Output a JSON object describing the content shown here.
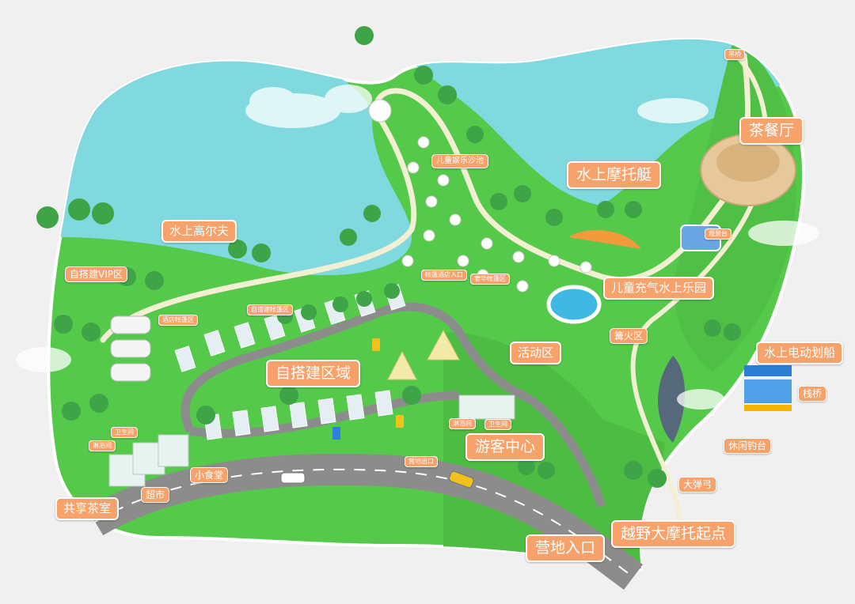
{
  "colors": {
    "background": "#f0f0f0",
    "water": "#7fd9de",
    "land": "#55c94a",
    "land_dark": "#46b33d",
    "road": "#8c8c8c",
    "path": "#f2efd3",
    "label_bg": "#f7a26a"
  },
  "labels": {
    "tea_restaurant": "茶餐厅",
    "water_moto": "水上摩托艇",
    "kids_sand": "儿童娱乐沙池",
    "water_golf": "水上高尔夫",
    "self_vip": "自搭建VIP区",
    "kids_water_park": "儿童充气水上乐园",
    "campfire": "篝火区",
    "activity": "活动区",
    "self_build": "自搭建区域",
    "visitor_center": "游客中心",
    "water_boat": "水上电动划船",
    "bridge": "栈桥",
    "fishing": "休闲钓台",
    "big_bow": "大弹弓",
    "offroad": "越野大摩托起点",
    "camp_entrance": "营地入口",
    "snack": "小食堂",
    "supermarket": "超市",
    "share_tea": "共享茶室",
    "tent_entrance": "帐篷酒店入口",
    "luxury_tent": "奢华帐篷区",
    "wine_tent": "酒店帐篷区",
    "self_build_small": "自搭建帐篷区",
    "camp_exit": "营地出口",
    "restroom_a": "卫生间",
    "restroom_b": "卫生间",
    "shower_a": "淋浴间",
    "shower_b": "淋浴间",
    "observation": "观景台",
    "suspension": "吊桥"
  }
}
